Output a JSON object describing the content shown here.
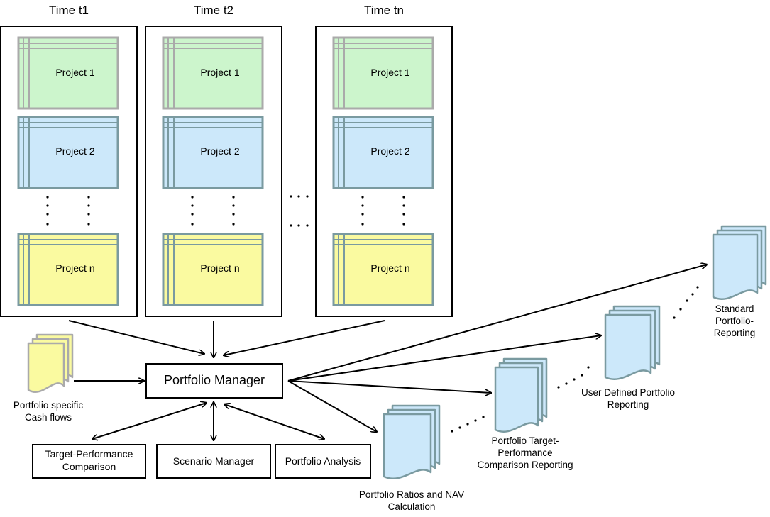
{
  "columns": [
    {
      "title": "Time t1",
      "projects": [
        "Project 1",
        "Project 2",
        "Project n"
      ]
    },
    {
      "title": "Time t2",
      "projects": [
        "Project 1",
        "Project 2",
        "Project n"
      ]
    },
    {
      "title": "Time tn",
      "projects": [
        "Project 1",
        "Project 2",
        "Project n"
      ]
    }
  ],
  "cash_flows": {
    "line1": "Portfolio specific",
    "line2": "Cash flows"
  },
  "portfolio_manager": "Portfolio Manager",
  "modules": {
    "target_performance": {
      "line1": "Target-Performance",
      "line2": "Comparison"
    },
    "scenario_manager": "Scenario Manager",
    "portfolio_analysis": "Portfolio Analysis"
  },
  "reports": {
    "ratios_nav": {
      "line1": "Portfolio Ratios and NAV",
      "line2": "Calculation"
    },
    "target_comparison": {
      "line1": "Portfolio Target-",
      "line2": "Performance",
      "line3": "Comparison Reporting"
    },
    "user_defined": {
      "line1": "User Defined Portfolio",
      "line2": "Reporting"
    },
    "standard": {
      "line1": "Standard",
      "line2": "Portfolio-",
      "line3": "Reporting"
    }
  },
  "colors": {
    "project_1": "#ccf5cc",
    "project_2": "#cce8fa",
    "project_n": "#fafaa0",
    "doc_blue": "#cce8fa",
    "doc_yellow": "#fafaa0",
    "frame_grey": "#aaaaaa",
    "frame_teal": "#7a9aa0"
  }
}
